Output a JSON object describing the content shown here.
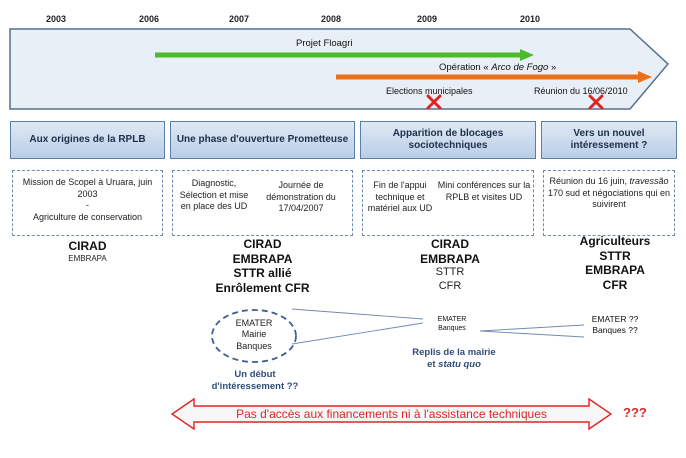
{
  "timeline": {
    "years": [
      "2003",
      "2006",
      "2007",
      "2008",
      "2009",
      "2010"
    ],
    "bars": {
      "green_label": "Projet Floagri",
      "orange_label_pre": "Opération « ",
      "orange_label_em": "Arco de Fogo",
      "orange_label_post": " »"
    },
    "events": {
      "elections": "Elections municipales",
      "reunion": "Réunion du 16/06/2010"
    },
    "colors": {
      "green": "#4cba2a",
      "orange": "#e8711a",
      "cross": "#e02424",
      "arrow_fill": "#e9eff6"
    }
  },
  "phases": [
    {
      "title": "Aux origines de la RPLB"
    },
    {
      "title": "Une phase d'ouverture Prometteuse"
    },
    {
      "title": "Apparition de blocages sociotechniques"
    },
    {
      "title": "Vers un nouvel intéressement ?"
    }
  ],
  "details": {
    "p1": [
      "Mission de Scopel à Uruara, juin 2003",
      "-",
      "Agriculture de conservation"
    ],
    "p2a": "Diagnostic, Sélection et mise en place des UD",
    "p2b": "Journée de démonstration du 17/04/2007",
    "p3a": "Fin de l'appui technique et matériel aux UD",
    "p3b": "Mini conférences sur la RPLB et visites UD",
    "p4_pre": "Réunion du 16 juin, ",
    "p4_em": "travessão",
    "p4_post": " 170 sud et négociations qui en suivirent"
  },
  "actors": {
    "p1": {
      "bold": "CIRAD",
      "small": "EMBRAPA"
    },
    "p2": {
      "lines": [
        "CIRAD",
        "EMBRAPA",
        "STTR allié",
        "Enrôlement CFR"
      ],
      "ellipse": [
        "EMATER",
        "Mairie",
        "Banques"
      ],
      "note": "Un début d'intéressement ??"
    },
    "p3": {
      "bold": [
        "CIRAD",
        "EMBRAPA"
      ],
      "mid": [
        "STTR",
        "CFR"
      ],
      "small": [
        "EMATER",
        "Banques"
      ],
      "note_pre": "Replis de la mairie et ",
      "note_em": "statu quo"
    },
    "p4": {
      "bold": [
        "Agriculteurs",
        "STTR",
        "EMBRAPA",
        "CFR"
      ],
      "small": [
        "EMATER ??",
        "Banques ??"
      ]
    }
  },
  "bottom": {
    "text": "Pas d'accès aux financements ni à l'assistance techniques",
    "marks": "???"
  }
}
